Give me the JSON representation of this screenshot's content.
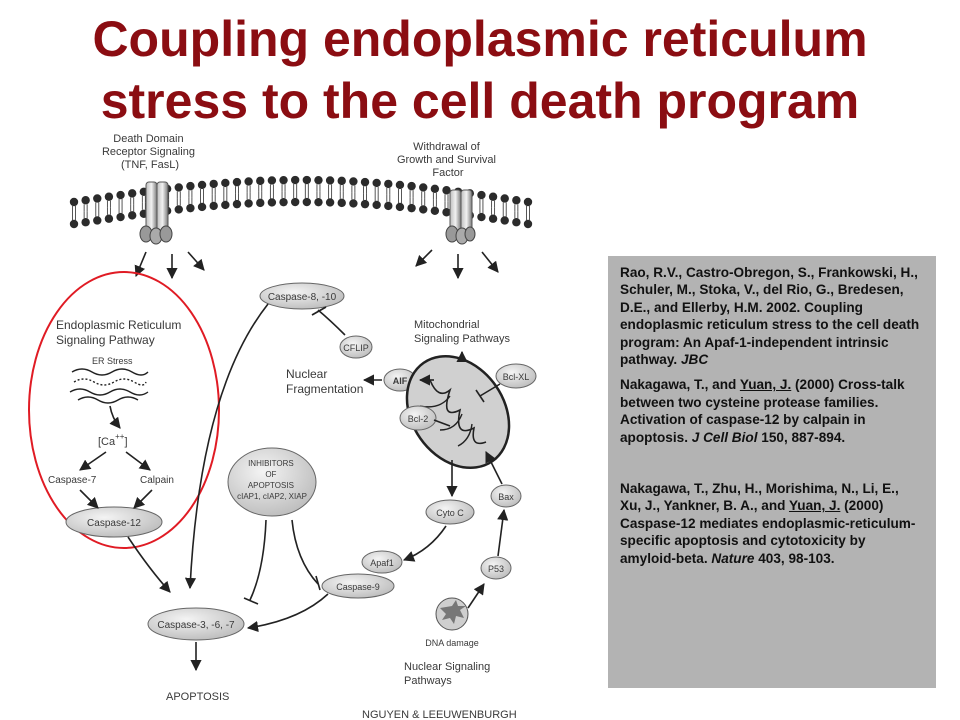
{
  "slide": {
    "title_line1": "Coupling endoplasmic reticulum",
    "title_line2": "stress to the cell death program"
  },
  "diagram": {
    "death_domain": [
      "Death Domain",
      "Receptor Signaling",
      "(TNF, FasL)"
    ],
    "withdrawal": [
      "Withdrawal of",
      "Growth and Survival",
      "Factor"
    ],
    "er_pathway": [
      "Endoplasmic Reticulum",
      "Signaling Pathway"
    ],
    "er_stress": "ER Stress",
    "calcium": "[Ca",
    "calcium_sup": "++",
    "calcium_close": "]",
    "caspase7": "Caspase-7",
    "calpain": "Calpain",
    "caspase12": "Caspase-12",
    "caspase8": "Caspase-8, -10",
    "cflip": "CFLIP",
    "nuclear_frag": [
      "Nuclear",
      "Fragmentation"
    ],
    "aif": "AIF",
    "mito_pathways": [
      "Mitochondrial",
      "Signaling  Pathways"
    ],
    "bclxl": "Bcl-XL",
    "bcl2": "Bcl-2",
    "inhibitors": [
      "INHIBITORS",
      "OF",
      "APOPTOSIS",
      "cIAP1, cIAP2, XIAP"
    ],
    "cytoc": "Cyto C",
    "bax": "Bax",
    "apaf1": "Apaf1",
    "caspase9": "Caspase-9",
    "p53": "P53",
    "dna_damage": "DNA damage",
    "caspase3": "Caspase-3, -6, -7",
    "nuclear_pathways": [
      "Nuclear Signaling",
      "Pathways"
    ],
    "apoptosis": "APOPTOSIS",
    "credit": "NGUYEN & LEEUWENBURGH"
  },
  "references": {
    "ref1": {
      "text": "Rao, R.V., Castro-Obregon, S., Frankowski, H., Schuler, M., Stoka, V., del Rio, G., Bredesen, D.E., and Ellerby, H.M. 2002. Coupling endoplasmic reticulum stress to the cell death program: An Apaf-1-independent intrinsic pathway. ",
      "journal": "JBC"
    },
    "ref2": {
      "pre": "Nakagawa, T., and ",
      "link": "Yuan, J.",
      "text": " (2000) Cross-talk between two cysteine protease families. Activation of caspase-12 by calpain in apoptosis. ",
      "journal": "J Cell Biol",
      "post": " 150, 887-894."
    },
    "ref3": {
      "pre": "Nakagawa, T., Zhu, H., Morishima, N., Li, E., Xu, J., Yankner, B. A., and ",
      "link": "Yuan, J.",
      "text": " (2000) Caspase-12 mediates endoplasmic-reticulum-specific apoptosis and cytotoxicity by amyloid-beta. ",
      "journal": "Nature",
      "post": " 403, 98-103."
    }
  },
  "colors": {
    "title": "#8b0d12",
    "highlight_circle": "#e01b24",
    "panel": "#b3b3b3",
    "node_fill": "#d6d6d6"
  }
}
